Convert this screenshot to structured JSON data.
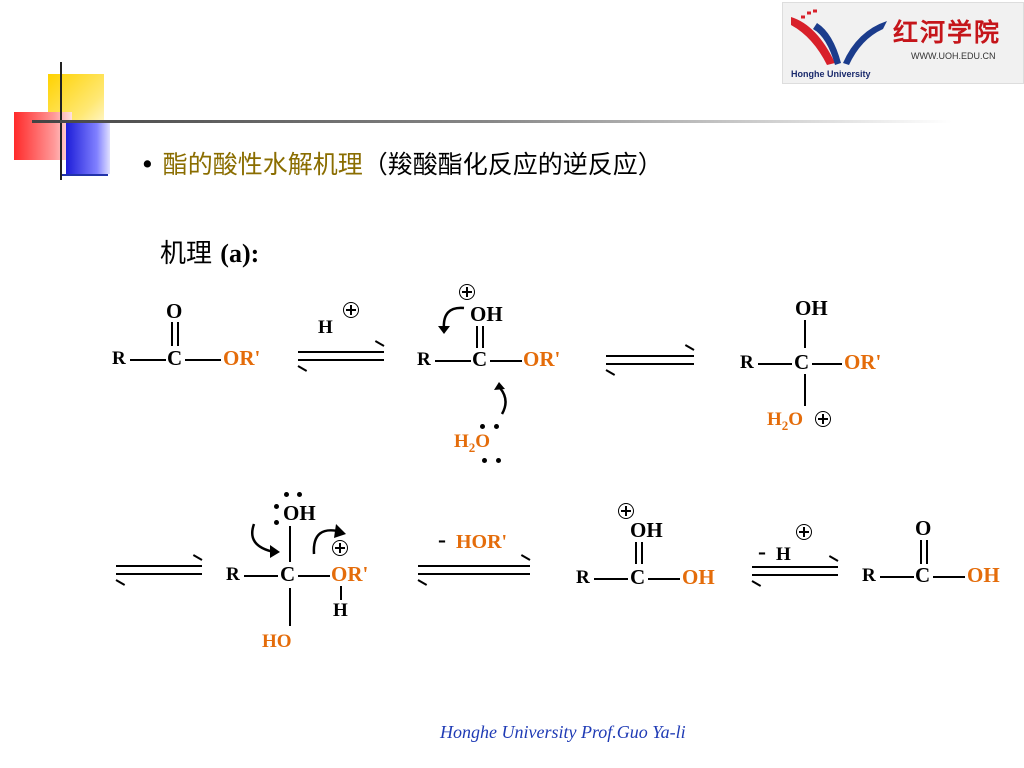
{
  "header": {
    "logo_cn": "红河学院",
    "logo_url": "WWW.UOH.EDU.CN",
    "logo_en": "Honghe University"
  },
  "slide": {
    "bullet": "•",
    "title_main": "酯的酸性水解机理",
    "title_paren": "（羧酸酯化反应的逆反应）",
    "subtitle_cn": "机理",
    "subtitle_tag": "(a):"
  },
  "scheme": {
    "R": "R",
    "C": "C",
    "O": "O",
    "OH": "OH",
    "ORp": "OR'",
    "H": "H",
    "H2O_H": "H",
    "H2O_2": "2",
    "H2O_O": "O",
    "HO": "HO",
    "minus_HORp_sign": "-",
    "minus_HORp": "HOR'",
    "minus_H_sign": "-",
    "minus_H": "H"
  },
  "colors": {
    "orange": "#e46c0a",
    "title_gold": "#8a6d00",
    "footer_blue": "#1f3bb5"
  },
  "footer": {
    "credit": "Honghe University  Prof.Guo Ya-li"
  }
}
